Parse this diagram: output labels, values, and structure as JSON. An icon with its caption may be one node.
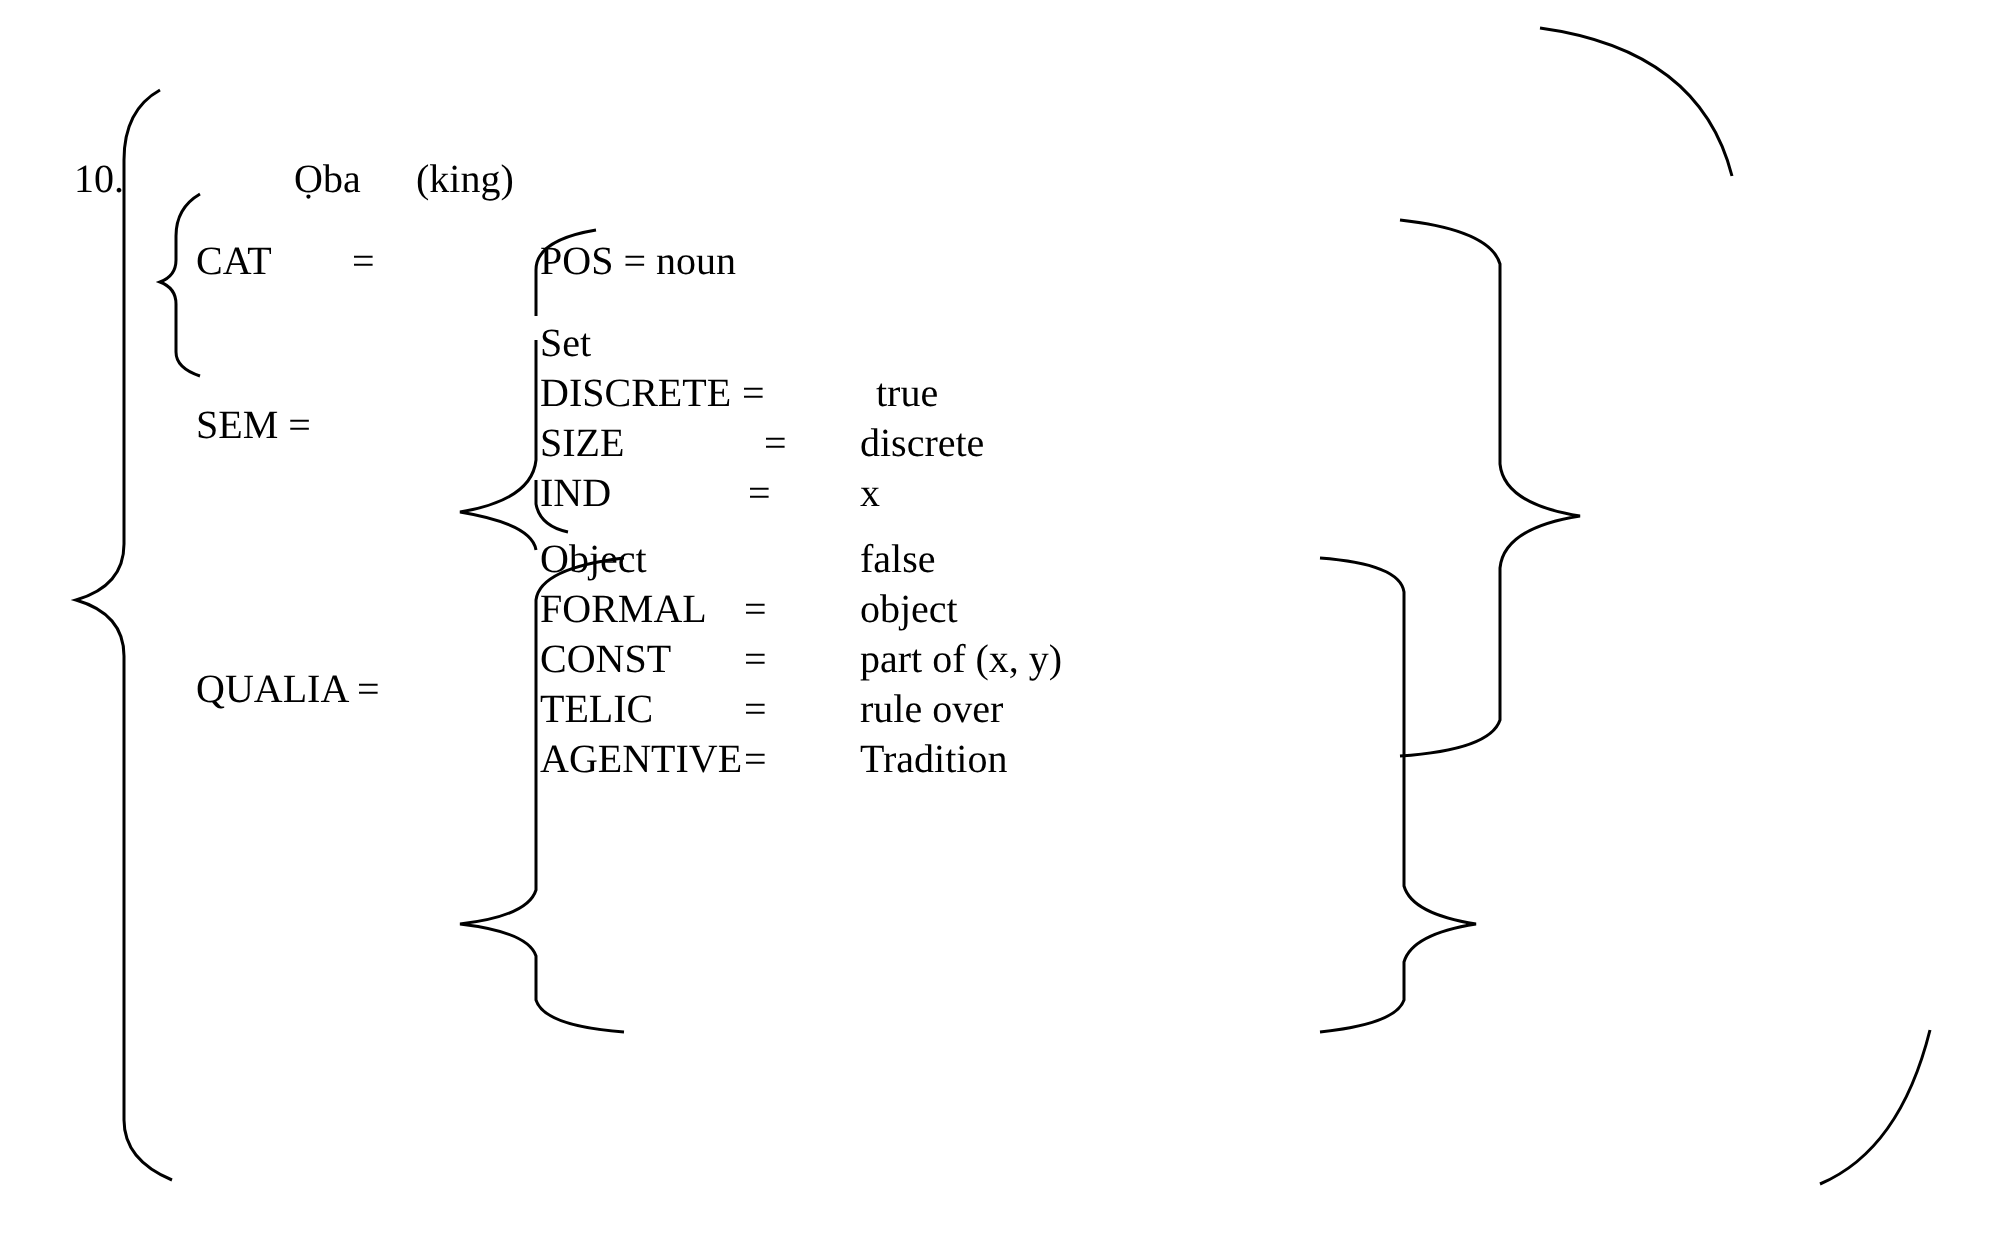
{
  "diagram": {
    "labels": [
      "10.",
      "Ọba",
      "(king)",
      "CAT",
      "=",
      "POS = noun",
      "SEM =",
      "Set",
      "DISCRETE",
      "=",
      "true",
      "SIZE",
      "=",
      "discrete",
      "IND",
      "=",
      "x",
      "Object",
      "false",
      "FORMAL",
      "=",
      "object",
      "QUALIA =",
      "CONST",
      "=",
      "part of (x, y)",
      "TELIC",
      "=",
      "rule over",
      "AGENTIVE",
      "=",
      "Tradition"
    ]
  }
}
